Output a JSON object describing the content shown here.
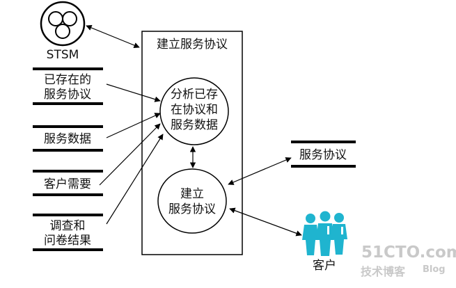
{
  "stsm_label": "STSM",
  "main_box_title": "建立服务协议",
  "inputs": [
    {
      "lines": [
        "已存在的",
        "服务协议"
      ]
    },
    {
      "lines": [
        "服务数据"
      ]
    },
    {
      "lines": [
        "客户需要"
      ]
    },
    {
      "lines": [
        "调查和",
        "问卷结果"
      ]
    }
  ],
  "process_analyze_lines": [
    "分析已存",
    "在协议和",
    "服务数据"
  ],
  "process_establish_lines": [
    "建立",
    "服务协议"
  ],
  "output_label": "服务协议",
  "customer_label": "客户",
  "watermark": {
    "brand": "51CTO.com",
    "sub": "技术博客",
    "blog": "Blog"
  },
  "colors": {
    "line": "#000000",
    "customer_figure": "#1fb4cf",
    "watermark": "#c9c9c9"
  }
}
